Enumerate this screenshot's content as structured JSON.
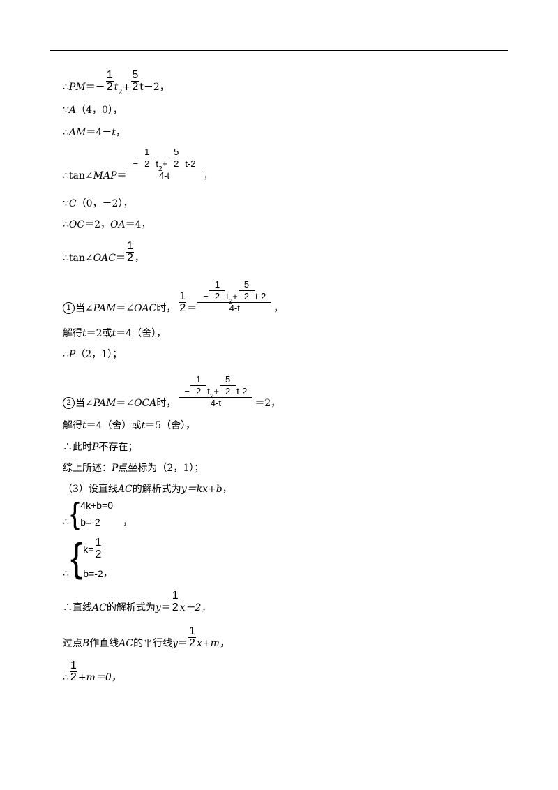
{
  "lines": {
    "l1": {
      "pre": "∴",
      "var": "PM",
      "eq": "＝－",
      "f1n": "1",
      "f1d": "2",
      "t2": "t",
      "sq": "2",
      "plus": "+",
      "f2n": "5",
      "f2d": "2",
      "tail": "t－2，"
    },
    "l2": {
      "pre": "∵",
      "var": "A",
      "tail": "（4，0），"
    },
    "l3": {
      "pre": "∴",
      "var": "AM",
      "eq": "＝4－",
      "t": "t",
      "tail": "，"
    },
    "l4": {
      "pre": "∴tan∠",
      "var": "MAP",
      "eq": "＝",
      "num_a": "−",
      "fa_n": "1",
      "fa_d": "2",
      "num_t": "t",
      "num_sq": "2",
      "num_plus": "+",
      "fb_n": "5",
      "fb_d": "2",
      "num_tail": "t-2",
      "den": "4-t",
      "tail": "，"
    },
    "l5": {
      "pre": "∵",
      "var": "C",
      "tail": "（0，－2），"
    },
    "l6": {
      "pre": "∴",
      "var1": "OC",
      "mid": "＝2，",
      "var2": "OA",
      "tail": "＝4，"
    },
    "l7": {
      "pre": "∴tan∠",
      "var": "OAC",
      "eq": "＝",
      "fn": "1",
      "fd": "2",
      "tail": "，"
    },
    "l8": {
      "circ": "1",
      "pre": "当∠",
      "var1": "PAM",
      "mid": "＝∠",
      "var2": "OAC",
      "tail": "时，",
      "fn": "1",
      "fd": "2",
      "eq": "＝",
      "num_a": "−",
      "fa_n": "1",
      "fa_d": "2",
      "num_t": "t",
      "num_sq": "2",
      "num_plus": "+",
      "fb_n": "5",
      "fb_d": "2",
      "num_tail": "t-2",
      "den": "4-t",
      "end": "，"
    },
    "l9": {
      "pre": "解得",
      "t1": "t",
      "mid": "＝2或",
      "t2": "t",
      "tail": "＝4（舍），"
    },
    "l10": {
      "pre": "∴",
      "var": "P",
      "tail": "（2，1）；"
    },
    "l11": {
      "circ": "2",
      "pre": "当∠",
      "var1": "PAM",
      "mid": "＝∠",
      "var2": "OCA",
      "tail": "时，",
      "num_a": "−",
      "fa_n": "1",
      "fa_d": "2",
      "num_t": "t",
      "num_sq": "2",
      "num_plus": "+",
      "fb_n": "5",
      "fb_d": "2",
      "num_tail": "t-2",
      "den": "4-t",
      "end": "＝2，"
    },
    "l12": {
      "pre": "解得",
      "t1": "t",
      "mid": "＝4（舍）或",
      "t2": "t",
      "tail": "＝5（舍），"
    },
    "l13": {
      "pre": "∴此时",
      "var": "P",
      "tail": "不存在；"
    },
    "l14": {
      "pre": "综上所述：",
      "var": "P",
      "tail": "点坐标为（2，1）；"
    },
    "l15": {
      "pre": "（3）设直线",
      "var": "AC",
      "mid": "的解析式为",
      "eq": "y＝kx+b",
      "tail": "，"
    },
    "l16": {
      "pre": "∴",
      "row1": "4k+b=0",
      "row2": "b=-2",
      "tail": "，"
    },
    "l17": {
      "pre": "∴",
      "row1a": "k=",
      "fn": "1",
      "fd": "2",
      "row2": "b=-2",
      "tail": "，"
    },
    "l18": {
      "pre": "∴直线",
      "var": "AC",
      "mid": "的解析式为",
      "y": "y",
      "eq": "＝",
      "fn": "1",
      "fd": "2",
      "tail": "x－2，"
    },
    "l19": {
      "pre": "过点",
      "var": "B",
      "mid": "作直线",
      "var2": "AC",
      "mid2": "的平行线",
      "y": "y",
      "eq": "＝",
      "fn": "1",
      "fd": "2",
      "tail": "x+m，"
    },
    "l20": {
      "pre": "∴",
      "fn": "1",
      "fd": "2",
      "tail": "+m＝0，"
    }
  }
}
